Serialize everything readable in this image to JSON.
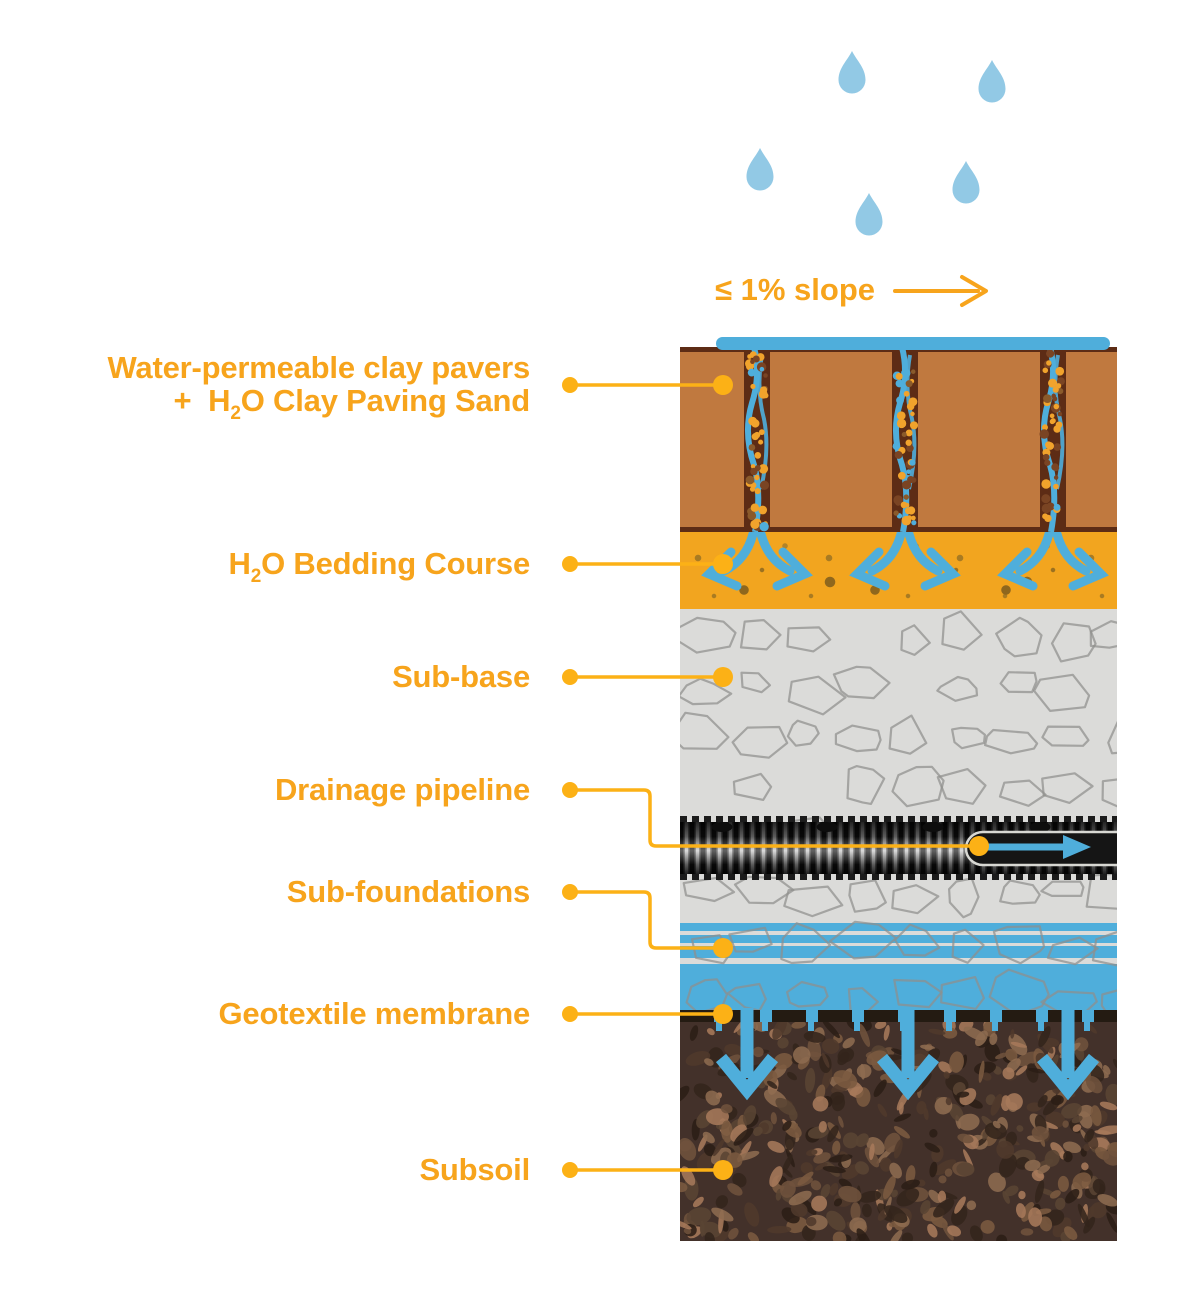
{
  "slope": {
    "label": "≤ 1% slope"
  },
  "labels": {
    "pavers": {
      "line1": "Water-permeable clay pavers",
      "line2_pre": "+  H",
      "line2_sub": "2",
      "line2_post": "O Clay Paving Sand"
    },
    "bedding": {
      "pre": "H",
      "sub": "2",
      "post": "O Bedding Course"
    },
    "subbase": {
      "text": "Sub-base"
    },
    "drainage": {
      "text": "Drainage pipeline"
    },
    "subfoundations": {
      "text": "Sub-foundations"
    },
    "geotextile": {
      "text": "Geotextile membrane"
    },
    "subsoil": {
      "text": "Subsoil"
    }
  },
  "colors": {
    "label_text": "#F7A41C",
    "leader_line": "#FCB116",
    "water": "#4FAEDB",
    "raindrop": "#92C9E5",
    "paver": "#C0793F",
    "paver_joint_dark": "#5D2C15",
    "joint_sand_dot": "#F1A32C",
    "bedding_sand": "#F2A51F",
    "subbase_gray": "#DBDBD9",
    "stone_outline": "#8F8F8C",
    "pipe_dark": "#151515",
    "membrane_dark": "#241B12",
    "subsoil_brown": "#43312A"
  }
}
